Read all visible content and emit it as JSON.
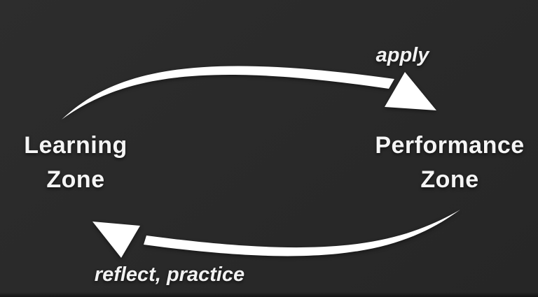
{
  "colors": {
    "background": "#2a2a2a",
    "text": "#f5f5f5",
    "arrow": "#ffffff"
  },
  "zones": {
    "learning": {
      "line1": "Learning",
      "line2": "Zone"
    },
    "performance": {
      "line1": "Performance",
      "line2": "Zone"
    }
  },
  "arrows": {
    "apply": {
      "label": "apply",
      "from": "Learning Zone",
      "to": "Performance Zone"
    },
    "reflect": {
      "label": "reflect, practice",
      "from": "Performance Zone",
      "to": "Learning Zone"
    }
  }
}
